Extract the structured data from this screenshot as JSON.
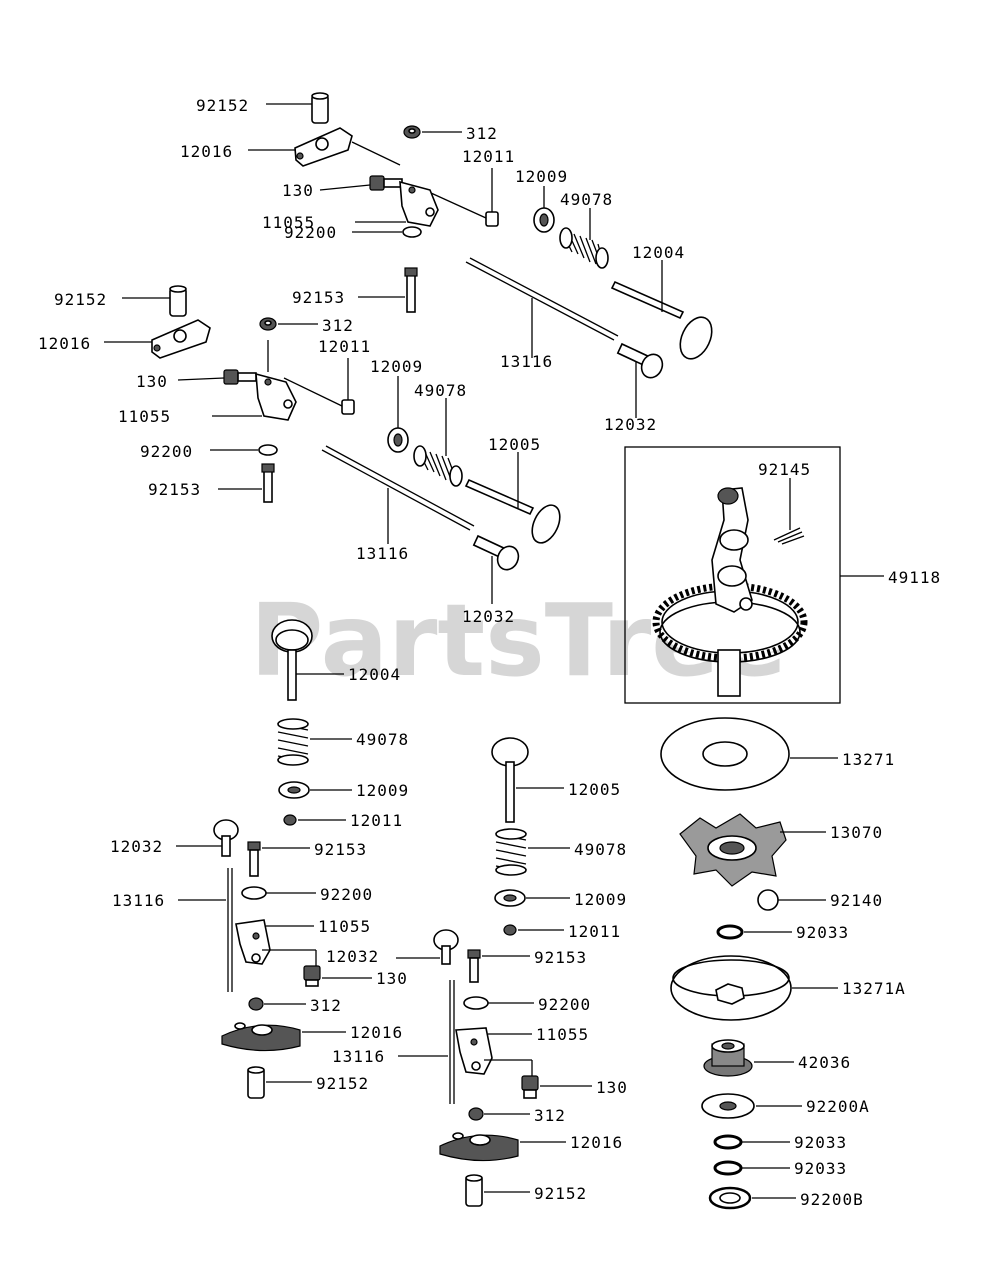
{
  "watermark": "PartsTree",
  "labels": {
    "a92152": "92152",
    "a12016": "12016",
    "a312": "312",
    "a12011": "12011",
    "a130": "130",
    "a11055": "11055",
    "a12009": "12009",
    "a49078": "49078",
    "a12004": "12004",
    "a92200": "92200",
    "a92153": "92153",
    "a13116": "13116",
    "a12032": "12032",
    "b92152": "92152",
    "b12016": "12016",
    "b312": "312",
    "b12011": "12011",
    "b130": "130",
    "b11055": "11055",
    "b12009": "12009",
    "b49078": "49078",
    "b12005": "12005",
    "b92200": "92200",
    "b92153": "92153",
    "b13116": "13116",
    "b12032": "12032",
    "c92145": "92145",
    "c49118": "49118",
    "d12004": "12004",
    "d49078": "49078",
    "d12009": "12009",
    "d12011": "12011",
    "d12032": "12032",
    "d92153": "92153",
    "d13116": "13116",
    "d92200": "92200",
    "d11055": "11055",
    "d130": "130",
    "d312": "312",
    "d12016": "12016",
    "d92152": "92152",
    "e12005": "12005",
    "e49078": "49078",
    "e12009": "12009",
    "e12011": "12011",
    "e12032": "12032",
    "e92153": "92153",
    "e92200": "92200",
    "e11055": "11055",
    "e13116": "13116",
    "e130": "130",
    "e312": "312",
    "e12016": "12016",
    "e92152": "92152",
    "f13271": "13271",
    "f13070": "13070",
    "f92140": "92140",
    "f92033a": "92033",
    "f13271A": "13271A",
    "f42036": "42036",
    "f92200A": "92200A",
    "f92033b": "92033",
    "f92033c": "92033",
    "f92200B": "92200B"
  }
}
